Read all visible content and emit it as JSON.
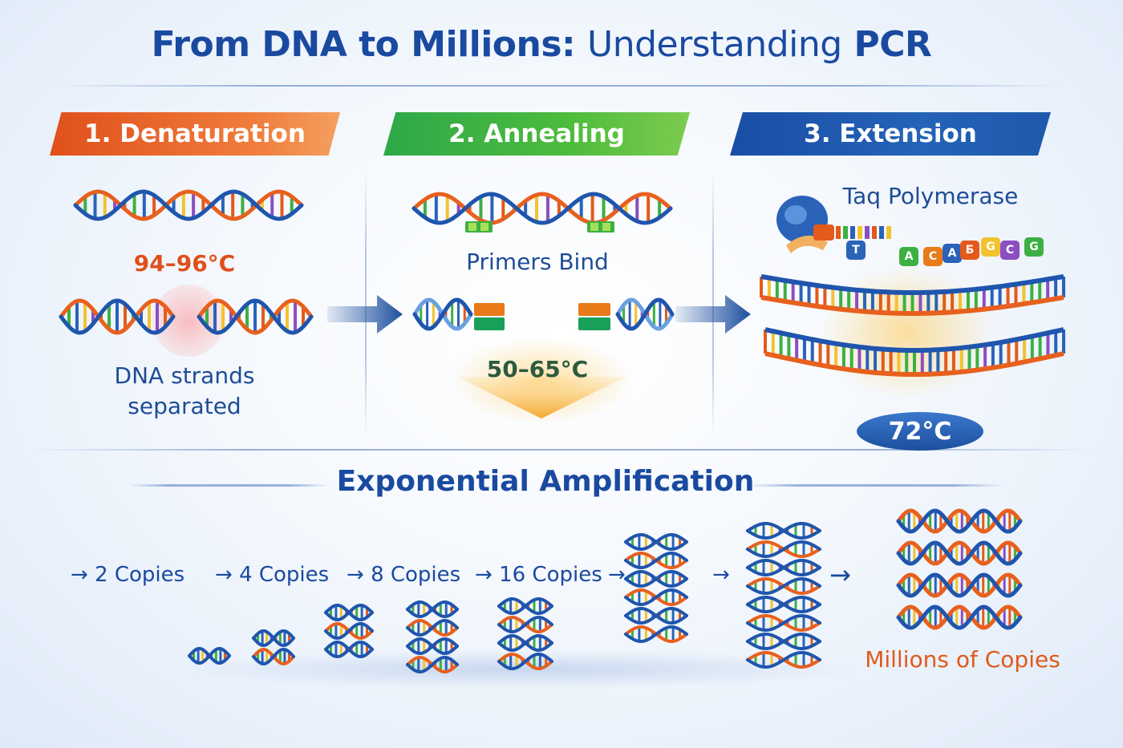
{
  "title": {
    "part1": "From DNA to Millions:",
    "part2": "Understanding",
    "part3": "PCR"
  },
  "steps": [
    {
      "label": "1. Denaturation",
      "color": "#e0501a"
    },
    {
      "label": "2. Annealing",
      "color": "#3cb043"
    },
    {
      "label": "3. Extension",
      "color": "#1a4ea6"
    }
  ],
  "denaturation": {
    "temperature": "94–96°C",
    "caption": "DNA strands separated"
  },
  "annealing": {
    "caption": "Primers Bind",
    "temperature": "50–65°C"
  },
  "extension": {
    "enzyme": "Taq Polymerase",
    "temperature": "72°C",
    "nucleotides": [
      "T",
      "A",
      "C",
      "A",
      "Б",
      "G",
      "C",
      "G"
    ]
  },
  "amplification": {
    "heading": "Exponential Amplification",
    "copies": [
      "2 Copies",
      "4 Copies",
      "8 Copies",
      "16 Copies"
    ],
    "result": "Millions of Copies"
  },
  "colors": {
    "blue": "#1a4aa0",
    "orange": "#e0501a",
    "green": "#3cb043"
  }
}
